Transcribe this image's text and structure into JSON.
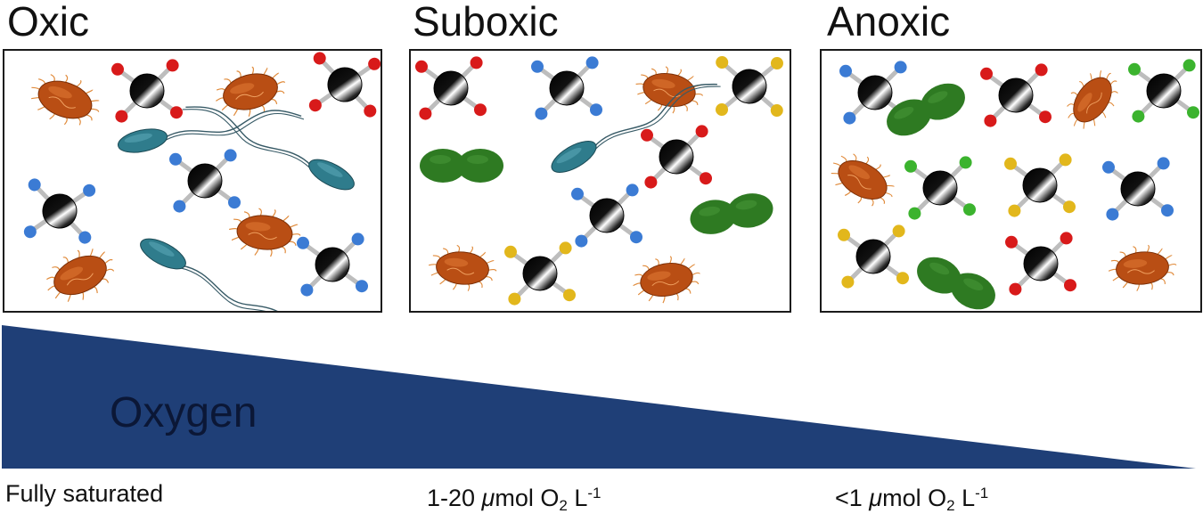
{
  "zones": [
    {
      "title": "Oxic"
    },
    {
      "title": "Suboxic"
    },
    {
      "title": "Anoxic"
    }
  ],
  "gradient": {
    "label": "Oxygen",
    "color": "#1f3f77"
  },
  "concentrations": {
    "oxic": "Fully saturated",
    "suboxic_prefix": "1-20 ",
    "anoxic_prefix": "<1 ",
    "mu": "μ",
    "unit": "mol O",
    "o2_sub": "2",
    "litre": " L",
    "litre_sup": "-1"
  },
  "colors": {
    "aerobe_bacterium": "#b94e14",
    "flagellate": "#2f7c8c",
    "green_dividing_cell": "#2e7a22",
    "atom_red": "#d81a1a",
    "atom_blue": "#3b7bd4",
    "atom_yellow": "#e2b71c",
    "atom_green": "#3bb32e",
    "frame": "#1a1a1a"
  },
  "icons": [
    "aerobe-bacterium-icon",
    "flagellate-icon",
    "green-dividing-cell-icon",
    "molecule-red-icon",
    "molecule-blue-icon",
    "molecule-yellow-icon",
    "molecule-green-icon"
  ]
}
